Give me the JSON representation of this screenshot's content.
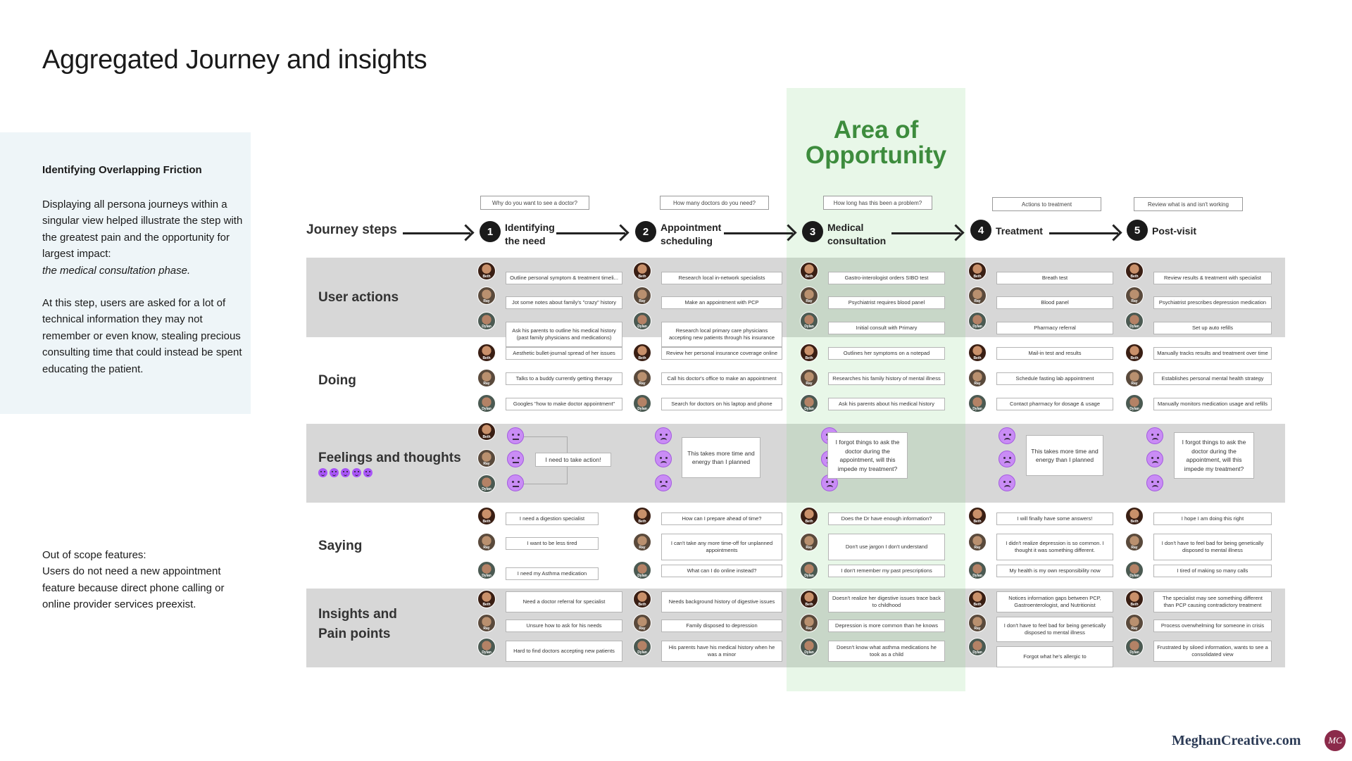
{
  "title": "Aggregated Journey and insights",
  "side": {
    "heading": "Identifying Overlapping Friction",
    "para1": "Displaying all persona journeys within a singular view helped illustrate the step with the greatest pain and the opportunity for largest impact:",
    "para1_em": "the medical consultation phase.",
    "para2": "At this step, users are asked for a lot of technical information they may not remember or even know, stealing precious consulting time that could instead be spent educating the patient.",
    "oos": "Out of scope features:\nUsers do not need a new appointment feature because direct phone calling or online provider services preexist."
  },
  "opportunity": "Area of Opportunity",
  "journey_label": "Journey steps",
  "steps": [
    {
      "num": "1",
      "name": "Identifying the need",
      "question": "Why do you want to see a doctor?"
    },
    {
      "num": "2",
      "name": "Appointment scheduling",
      "question": "How many doctors do you need?"
    },
    {
      "num": "3",
      "name": "Medical consultation",
      "question": "How long has this been a problem?"
    },
    {
      "num": "4",
      "name": "Treatment",
      "question": "Actions to treatment"
    },
    {
      "num": "5",
      "name": "Post-visit",
      "question": "Review what is and isn't working"
    }
  ],
  "rows": {
    "user_actions": "User actions",
    "doing": "Doing",
    "feelings": "Feelings and thoughts",
    "saying": "Saying",
    "insights": "Insights and Pain points"
  },
  "personas": [
    "Beth",
    "Ray",
    "Dylan"
  ],
  "cards": {
    "user_actions": [
      [
        "Outline personal symptom & treatment timeli...",
        "Jot some notes about family's \"crazy\" history",
        "Ask his parents to outline his medical history (past family physicians and medications)"
      ],
      [
        "Research local in-network specialists",
        "Make an appointment with PCP",
        "Research local primary care physicians accepting new patients through his insurance"
      ],
      [
        "Gastro-interologist orders SIBO test",
        "Psychiatrist requires blood panel",
        "Initial consult with Primary"
      ],
      [
        "Breath test",
        "Blood panel",
        "Pharmacy referral"
      ],
      [
        "Review results & treatment with specialist",
        "Psychiatrist prescribes depression medication",
        "Set up auto refills"
      ]
    ],
    "doing": [
      [
        "Aesthetic bullet-journal spread of her issues",
        "Talks to a buddy currently getting therapy",
        "Googles \"how to make doctor appointment\""
      ],
      [
        "Review her personal insurance coverage online",
        "Call his doctor's office to make an appointment",
        "Search for doctors on his laptop and phone"
      ],
      [
        "Outlines her symptoms on a notepad",
        "Researches his family history of mental illness",
        "Ask his parents about his medical history"
      ],
      [
        "Mail-in test and results",
        "Schedule fasting lab appointment",
        "Contact pharmacy for dosage & usage"
      ],
      [
        "Manually tracks results and treatment over time",
        "Establishes personal mental health strategy",
        "Manually monitors medication usage and refills"
      ]
    ],
    "feelings": [
      "I need to take action!",
      "This takes more time and energy than I planned",
      "I forgot things to ask the doctor during the appointment, will this impede my treatment?",
      "This takes more time and energy than I planned",
      "I forgot things to ask the doctor during the appointment, will this impede my treatment?"
    ],
    "saying": [
      [
        "I need a digestion specialist",
        "I want to be less tired",
        "I need my Asthma medication"
      ],
      [
        "How can I prepare ahead of time?",
        "I can't take any more time-off for unplanned appointments",
        "What can I do online instead?"
      ],
      [
        "Does the Dr have enough information?",
        "Don't use jargon I don't understand",
        "I don't remember my past prescriptions"
      ],
      [
        "I will finally have some answers!",
        "I didn't realize depression is so common. I thought it was something different.",
        "My health is my own responsibility now"
      ],
      [
        "I hope I am doing this right",
        "I don't have to feel bad for being genetically disposed to mental illness",
        "I tired of making so many calls"
      ]
    ],
    "insights": [
      [
        "Need a doctor referral for specialist",
        "Unsure how to ask for his needs",
        "Hard to find doctors accepting new patients"
      ],
      [
        "Needs background history of digestive issues",
        "Family disposed to depression",
        "His parents have his medical history when he was a minor"
      ],
      [
        "Doesn't realize her digestive issues trace back to childhood",
        "Depression is more common than he knows",
        "Doesn't know what asthma medications he took as a child"
      ],
      [
        "Notices information gaps between PCP, Gastroenterologist, and Nutritionist",
        "I don't have to feel bad for being genetically disposed to mental illness",
        "Forgot what he's allergic to"
      ],
      [
        "The specialist may see something different than PCP causing contradictory treatment",
        "Process overwhelming for someone in crisis",
        "Frustrated by siloed information, wants to see a consolidated view"
      ]
    ]
  },
  "brand": "MeghanCreative.com",
  "brand_logo": "MC"
}
